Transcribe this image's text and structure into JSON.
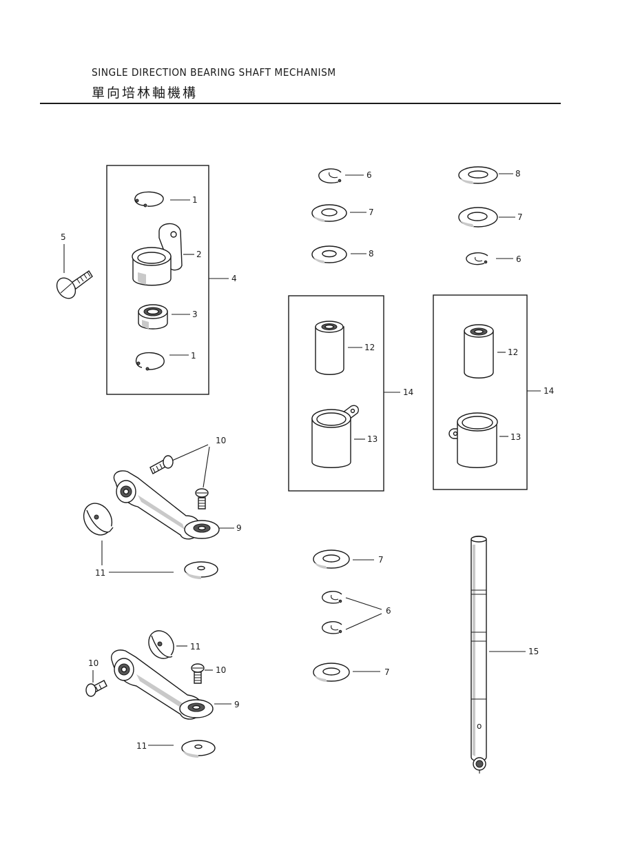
{
  "title": {
    "english": "SINGLE DIRECTION BEARING SHAFT MECHANISM",
    "chinese": "單向培林軸機構"
  },
  "callouts": {
    "c1a": "1",
    "c1b": "1",
    "c2": "2",
    "c3": "3",
    "c4": "4",
    "c5": "5",
    "c6a": "6",
    "c6b": "6",
    "c6c": "6",
    "c7a": "7",
    "c7b": "7",
    "c7c": "7",
    "c7d": "7",
    "c8a": "8",
    "c8b": "8",
    "c9a": "9",
    "c9b": "9",
    "c10a": "10",
    "c10b": "10",
    "c10c": "10",
    "c11a": "11",
    "c11b": "11",
    "c11c": "11",
    "c12a": "12",
    "c12b": "12",
    "c13a": "13",
    "c13b": "13",
    "c14a": "14",
    "c14b": "14",
    "c15": "15",
    "shaft_mark": "o"
  }
}
